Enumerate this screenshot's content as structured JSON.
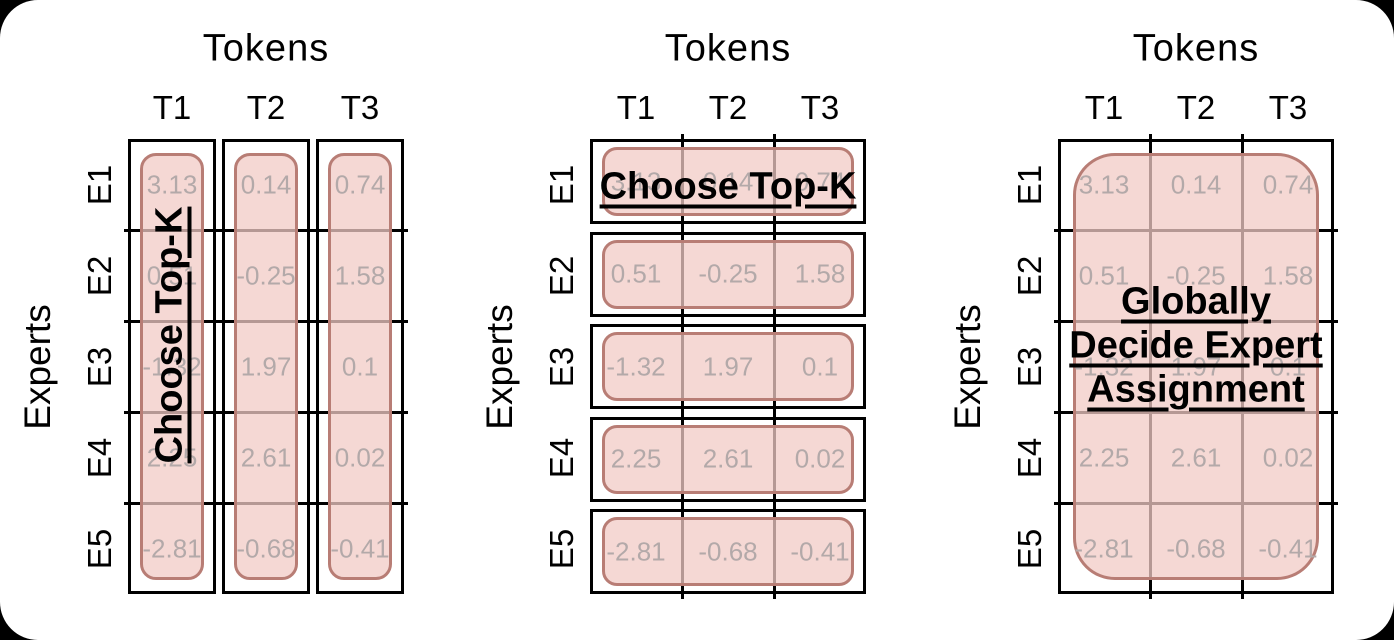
{
  "figure": {
    "background_color": "#000000",
    "card_color": "#ffffff"
  },
  "colors": {
    "highlight_fill": "rgba(242,203,197,0.75)",
    "highlight_border": "#b87d75",
    "grid_line": "#000000",
    "value_text": "#b3a9a9",
    "label_text": "#000000"
  },
  "matrix": {
    "col_title": "Tokens",
    "row_title": "Experts",
    "columns": [
      "T1",
      "T2",
      "T3"
    ],
    "rows": [
      "E1",
      "E2",
      "E3",
      "E4",
      "E5"
    ],
    "values": [
      [
        "3.13",
        "0.14",
        "0.74"
      ],
      [
        "0.51",
        "-0.25",
        "1.58"
      ],
      [
        "-1.32",
        "1.97",
        "0.1"
      ],
      [
        "2.25",
        "2.61",
        "0.02"
      ],
      [
        "-2.81",
        "-0.68",
        "-0.41"
      ]
    ]
  },
  "diagrams": [
    {
      "id": "token-choice",
      "highlight": "columns",
      "annotation": "Choose Top-K"
    },
    {
      "id": "expert-choice",
      "highlight": "rows",
      "annotation": "Choose Top-K"
    },
    {
      "id": "global-assignment",
      "highlight": "all",
      "annotation": "Globally Decide Expert Assignment",
      "annotation_lines": [
        "Globally",
        "Decide Expert",
        "Assignment"
      ]
    }
  ]
}
